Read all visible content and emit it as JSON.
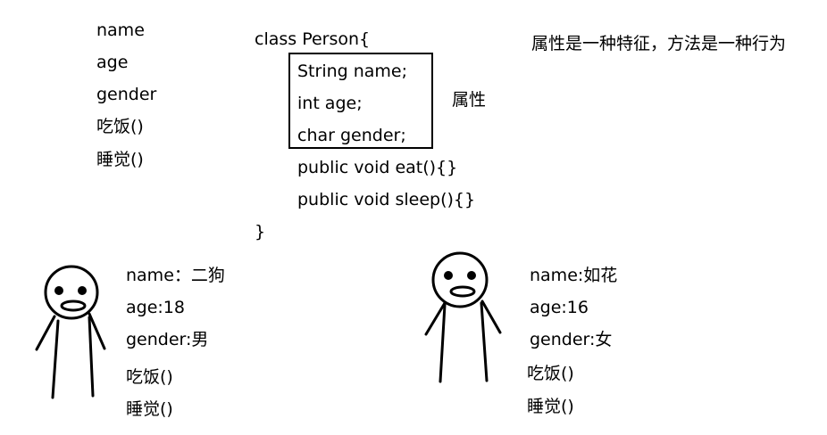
{
  "left_list": [
    "name",
    "age",
    "gender",
    "吃饭()",
    "睡觉()"
  ],
  "class_code": {
    "header": "class Person{",
    "fields": [
      "String name;",
      "int age;",
      "char gender;"
    ],
    "methods": [
      "public void eat(){}",
      "public void sleep(){}"
    ],
    "footer": "}"
  },
  "attr_label": "属性",
  "note": "属性是一种特征，方法是一种行为",
  "person1": {
    "lines": [
      "name：二狗",
      "age:18",
      "gender:男",
      "吃饭()",
      "睡觉()"
    ]
  },
  "person2": {
    "lines": [
      "name:如花",
      "age:16",
      "gender:女",
      "吃饭()",
      "睡觉()"
    ]
  }
}
